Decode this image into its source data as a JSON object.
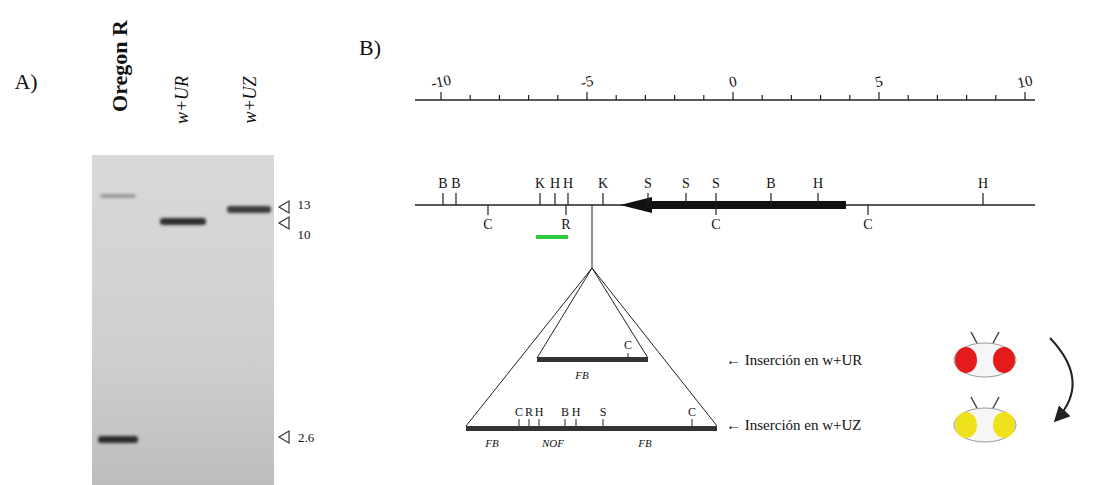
{
  "diagram": {
    "labels": [
      "A)",
      "Oregon R",
      "w+UR",
      "w+UZ",
      "13",
      "10",
      "2.6",
      "B)",
      "-10",
      "-5",
      "0",
      "5",
      "10",
      "B",
      "B",
      "K",
      "H",
      "H",
      "K",
      "S",
      "S",
      "S",
      "B",
      "H",
      "H",
      "C",
      "R",
      "C",
      "C",
      "C",
      "FB",
      "C",
      "R",
      "H",
      "B",
      "H",
      "S",
      "C",
      "FB",
      "NOF",
      "FB",
      "← Inserción en w+UR",
      "← Inserción en w+UZ"
    ]
  }
}
